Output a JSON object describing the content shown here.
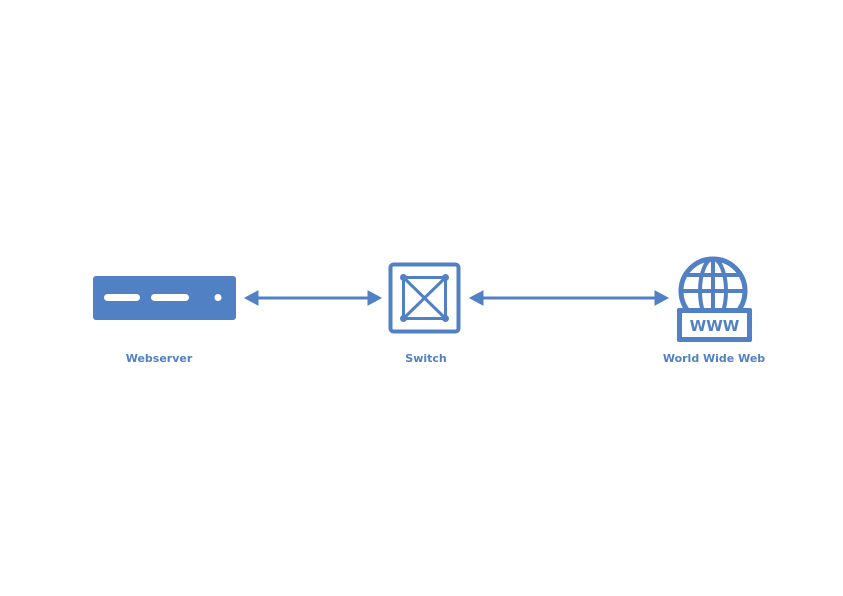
{
  "theme": {
    "accent": "#5181c4",
    "background": "#ffffff"
  },
  "nodes": [
    {
      "id": "webserver",
      "label": "Webserver",
      "icon": "server-icon"
    },
    {
      "id": "switch",
      "label": "Switch",
      "icon": "switch-icon"
    },
    {
      "id": "www",
      "label": "World Wide Web",
      "icon": "globe-www-icon",
      "badge_text": "WWW"
    }
  ],
  "edges": [
    {
      "from": "webserver",
      "to": "switch",
      "direction": "bidirectional"
    },
    {
      "from": "switch",
      "to": "www",
      "direction": "bidirectional"
    }
  ]
}
